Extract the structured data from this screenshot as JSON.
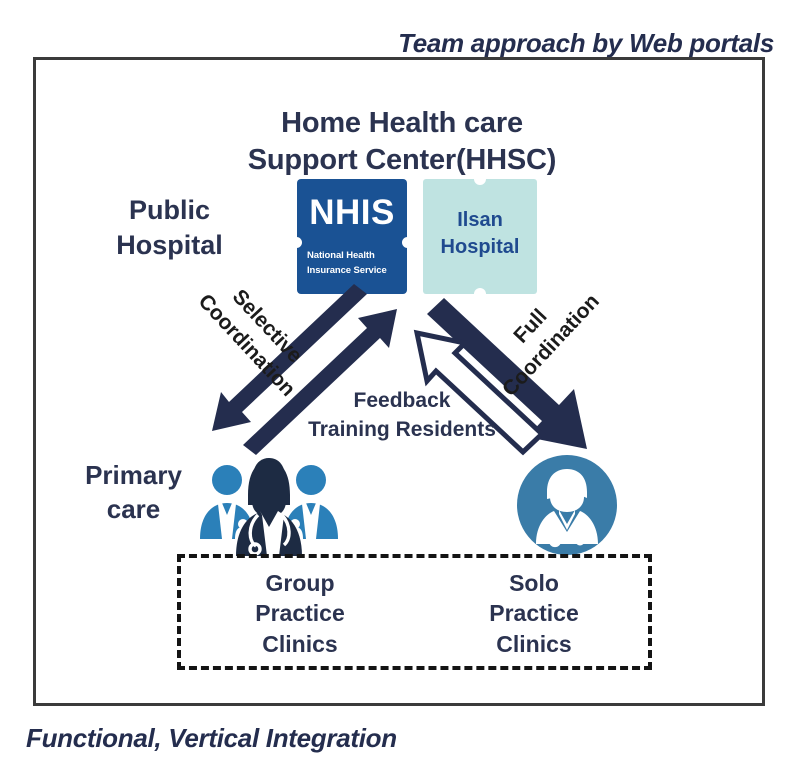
{
  "captions": {
    "top": "Team approach by Web portals",
    "bottom": "Functional, Vertical Integration"
  },
  "center": {
    "title_line1": "Home Health care",
    "title_line2": "Support Center(HHSC)"
  },
  "logos": {
    "nhis": {
      "acronym": "NHIS",
      "subtitle_line1": "National Health",
      "subtitle_line2": "Insurance Service",
      "bg_color": "#1a5294",
      "text_color": "#ffffff"
    },
    "ilsan": {
      "line1": "Ilsan",
      "line2": "Hospital",
      "bg_color": "#bfe3e1",
      "text_color": "#1f4a8f"
    }
  },
  "tiers": {
    "public_hospital_line1": "Public",
    "public_hospital_line2": "Hospital",
    "primary_care_line1": "Primary",
    "primary_care_line2": "care"
  },
  "flows": {
    "left_label": "Selective\nCoordination",
    "right_label": "Full\nCoordination",
    "middle_label_line1": "Feedback",
    "middle_label_line2": "Training Residents",
    "arrow_color": "#242d4e",
    "outline_arrow_fill": "#ffffff"
  },
  "clinics": {
    "group": {
      "line1": "Group",
      "line2": "Practice",
      "line3": "Clinics"
    },
    "solo": {
      "line1": "Solo",
      "line2": "Practice",
      "line3": "Clinics"
    }
  },
  "icons": {
    "group_practice": "group-of-doctors-icon",
    "solo_practice": "single-doctor-circle-icon"
  },
  "colors": {
    "navy_text": "#2b3350",
    "frame": "#3b3b3b",
    "icon_blue": "#2b80b9",
    "icon_navy": "#1d2b43",
    "solo_circle": "#3a7ca8"
  }
}
